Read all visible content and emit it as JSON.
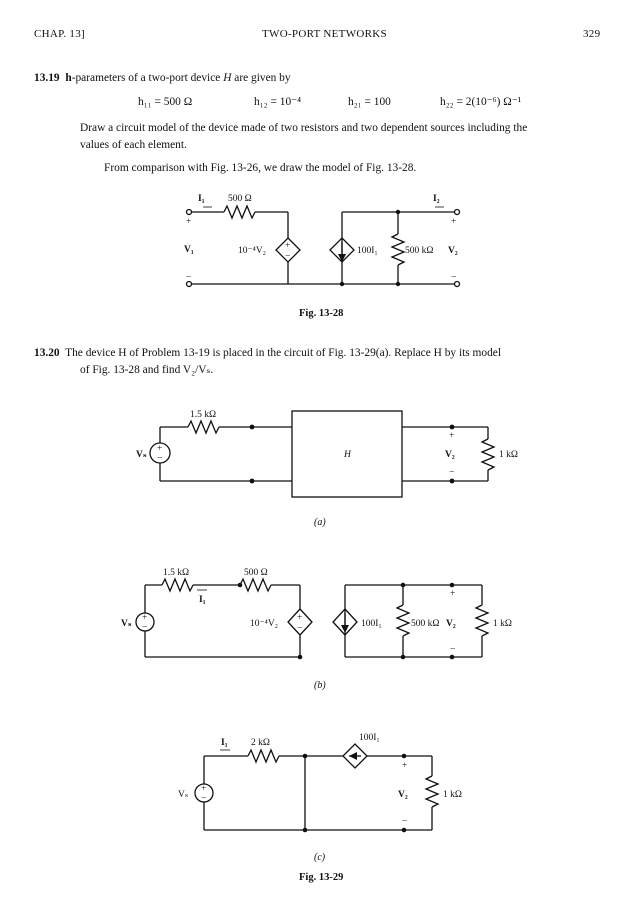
{
  "header": {
    "chapter": "CHAP. 13]",
    "title": "TWO-PORT NETWORKS",
    "page": "329"
  },
  "p19": {
    "num": "13.19",
    "lead_bold": "h",
    "lead_rest": "-parameters of a two-port device ",
    "device": "H",
    "lead_end": " are given by",
    "eq1": "h₁₁ = 500 Ω",
    "eq2": "h₁₂ = 10⁻⁴",
    "eq3": "h₂₁ = 100",
    "eq4": "h₂₂ = 2(10⁻⁶) Ω⁻¹",
    "line2": "Draw a circuit model of the device made of two resistors and two dependent sources including the",
    "line3": "values of each element.",
    "solution": "From comparison with Fig. 13-26, we draw the model of Fig. 13-28."
  },
  "fig28": {
    "caption": "Fig. 13-28",
    "i1": "I₁",
    "r1": "500 Ω",
    "v1": "V₁",
    "src_v": "10⁻⁴V₂",
    "src_i": "100I₁",
    "r2": "500 kΩ",
    "v2": "V₂",
    "i2": "I₂",
    "plus": "+",
    "minus": "−"
  },
  "p20": {
    "num": "13.20",
    "line1": "The device H of Problem 13-19 is placed in the circuit of Fig. 13-29(a).   Replace H by its model",
    "line2": "of Fig. 13-28 and find V₂/Vₛ."
  },
  "fig29a": {
    "label": "(a)",
    "r1": "1.5 kΩ",
    "vs": "Vₛ",
    "box": "H",
    "v2": "V₂",
    "rl": "1 kΩ",
    "plus": "+",
    "minus": "−"
  },
  "fig29b": {
    "label": "(b)",
    "r1": "1.5 kΩ",
    "r2": "500 Ω",
    "i1": "I₁",
    "vs": "Vₛ",
    "src_v": "10⁻⁴V₂",
    "src_i": "100I₁",
    "r3": "500 kΩ",
    "v2": "V₂",
    "rl": "1 kΩ",
    "plus": "+",
    "minus": "−"
  },
  "fig29c": {
    "label": "(c)",
    "i1": "I₁",
    "r1": "2 kΩ",
    "src_i": "100I₁",
    "vs": "Vₛ",
    "v2": "V₂",
    "rl": "1 kΩ",
    "plus": "+",
    "minus": "−"
  },
  "fig29_caption": "Fig. 13-29"
}
